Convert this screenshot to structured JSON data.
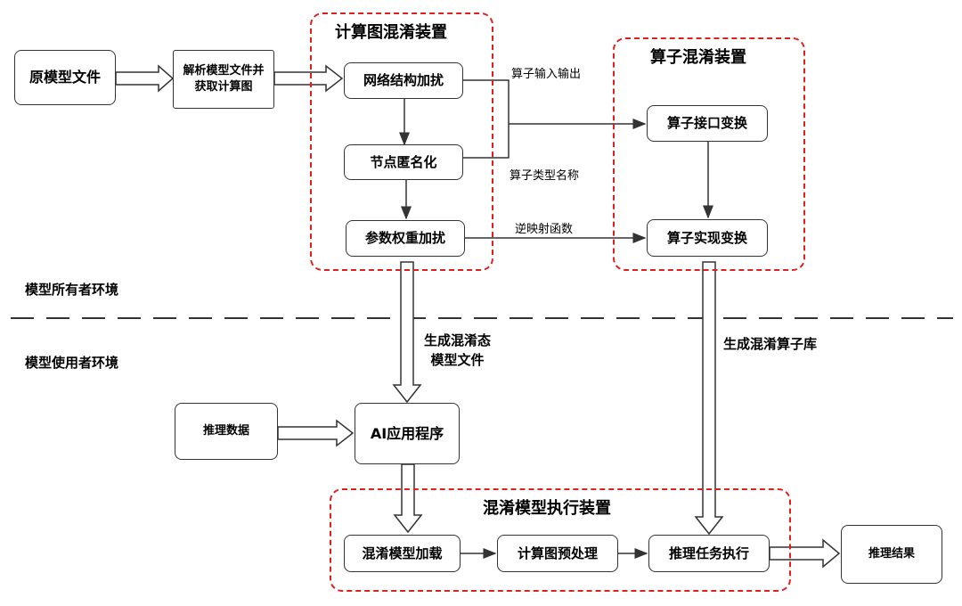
{
  "boxes": {
    "source_model": "原模型文件",
    "parse_model": "解析模型文件并\n获取计算图",
    "network_perturb": "网络结构加扰",
    "node_anonymize": "节点匿名化",
    "weight_perturb": "参数权重加扰",
    "op_interface": "算子接口变换",
    "op_impl": "算子实现变换",
    "inference_data": "推理数据",
    "ai_app": "AI应用程序",
    "model_load": "混淆模型加载",
    "graph_preprocess": "计算图预处理",
    "inference_exec": "推理任务执行",
    "inference_result": "推理结果"
  },
  "groups": {
    "graph_obfuscation": "计算图混淆装置",
    "op_obfuscation": "算子混淆装置",
    "model_execution": "混淆模型执行装置"
  },
  "zones": {
    "owner_env": "模型所有者环境",
    "user_env": "模型使用者环境"
  },
  "edge_labels": {
    "op_io": "算子输入输出",
    "op_type_name": "算子类型名称",
    "inverse_map": "逆映射函数",
    "gen_model": "生成混淆态\n模型文件",
    "gen_oplib": "生成混淆算子库"
  },
  "colors": {
    "group_border": "#e02020",
    "box_border": "#333333",
    "divider": "#333333"
  }
}
